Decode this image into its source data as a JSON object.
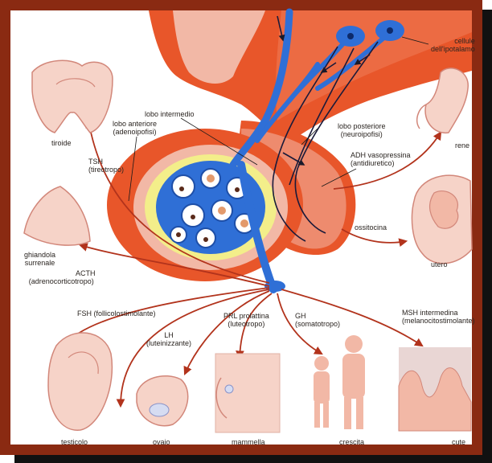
{
  "colors": {
    "frame": "#8a2a12",
    "shadow": "#111111",
    "background": "#ffffff",
    "tissue_orange": "#e8562a",
    "tissue_pink": "#f2b8a6",
    "vessel_blue": "#2f6fd6",
    "gland_yellow": "#f3ee8a",
    "organ_fill": "#f6d3c8",
    "organ_stroke": "#d2877a",
    "arrow": "#b2331c"
  },
  "labels": {
    "cellule_1": "cellule",
    "cellule_2": "dell'ipotalamo",
    "lobo_intermedio": "lobo intermedio",
    "lobo_anteriore_1": "lobo anteriore",
    "lobo_anteriore_2": "(adenoipofisi)",
    "lobo_posteriore_1": "lobo posteriore",
    "lobo_posteriore_2": "(neuroipofisi)",
    "tiroide": "tiroide",
    "tsh_1": "TSH",
    "tsh_2": "(tireotropo)",
    "adh_1": "ADH vasopressina",
    "adh_2": "(antidiuretico)",
    "rene": "rene",
    "ossitocina": "ossitocina",
    "utero": "utero",
    "ghiandola_1": "ghiandola",
    "ghiandola_2": "surrenale",
    "acth_1": "ACTH",
    "acth_2": "(adrenocorticotropo)",
    "fsh": "FSH (follicolostimolante)",
    "lh_1": "LH",
    "lh_2": "(luteinizzante)",
    "prl_1": "PRL prolattina",
    "prl_2": "(luteotropo)",
    "gh_1": "GH",
    "gh_2": "(somatotropo)",
    "msh_1": "MSH intermedina",
    "msh_2": "(melanocitostimolante)",
    "testicolo": "testicolo",
    "ovaio": "ovaio",
    "mammella": "mammella",
    "crescita": "crescita",
    "cute": "cute"
  }
}
